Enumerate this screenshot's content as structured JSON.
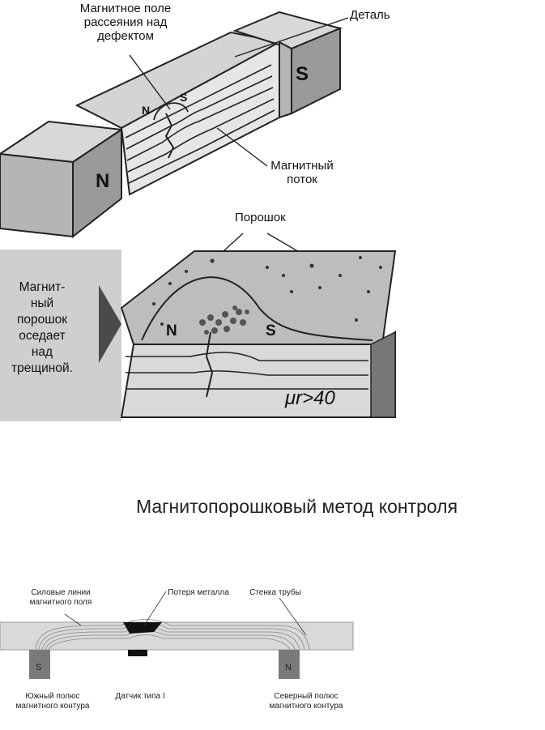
{
  "top_figure": {
    "label_stray_field": "Магнитное поле\nрассеяния над\nдефектом",
    "label_part": "Деталь",
    "label_flux": "Магнитный\nпоток",
    "label_powder": "Порошок",
    "side_text": "Магнит-\nный\nпорошок\nоседает\nнад\nтрещиной.",
    "pole_n": "N",
    "pole_s": "S",
    "small_n": "N",
    "small_s": "S",
    "mu_label": "μr>40"
  },
  "caption": "Магнитопорошковый метод контроля",
  "bottom_figure": {
    "label_field_lines": "Силовые линии\nмагнитного поля",
    "label_metal_loss": "Потеря металла",
    "label_pipe_wall": "Стенка трубы",
    "label_south_pole": "Южный полюс\nмагнитного контура",
    "label_sensor": "Датчик типа I",
    "label_north_pole": "Северный полюс\nмагнитного контура",
    "pole_s": "S",
    "pole_n": "N"
  }
}
